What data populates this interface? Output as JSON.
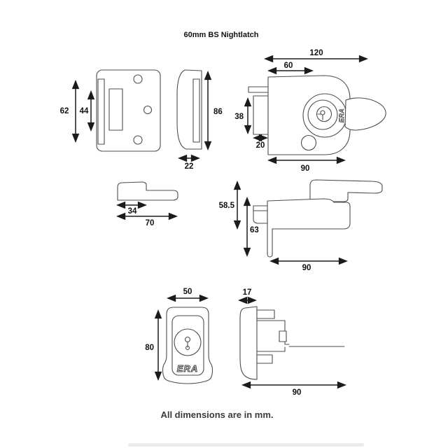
{
  "title": "60mm BS Nightlatch",
  "footer": "All dimensions are in mm.",
  "brand": "ERA",
  "colors": {
    "background": "#ffffff",
    "outline": "#4d4d4d",
    "dimension": "#1b1b1b",
    "label": "#111111"
  },
  "views": {
    "keep_front": {
      "name": "keep front view",
      "dims": {
        "height": "62",
        "opening_height": "44"
      }
    },
    "keep_side": {
      "name": "keep side view",
      "dims": {
        "height": "86",
        "depth": "22"
      }
    },
    "lock_top": {
      "name": "nightlatch case top view",
      "dims": {
        "overall_width": "120",
        "backset": "60",
        "forend_height": "38",
        "forend_depth": "20",
        "case_width": "90"
      }
    },
    "handle_profile": {
      "name": "handle profile view",
      "dims": {
        "inner_length": "34",
        "overall_length": "70"
      }
    },
    "lock_side": {
      "name": "nightlatch case side view",
      "dims": {
        "upper_height": "58.5",
        "case_height": "63",
        "case_length": "90"
      }
    },
    "cylinder_front": {
      "name": "external cylinder front view",
      "dims": {
        "width": "50",
        "height": "80"
      }
    },
    "cylinder_side": {
      "name": "external cylinder side view",
      "dims": {
        "depth": "17",
        "overall_length": "90"
      }
    }
  }
}
